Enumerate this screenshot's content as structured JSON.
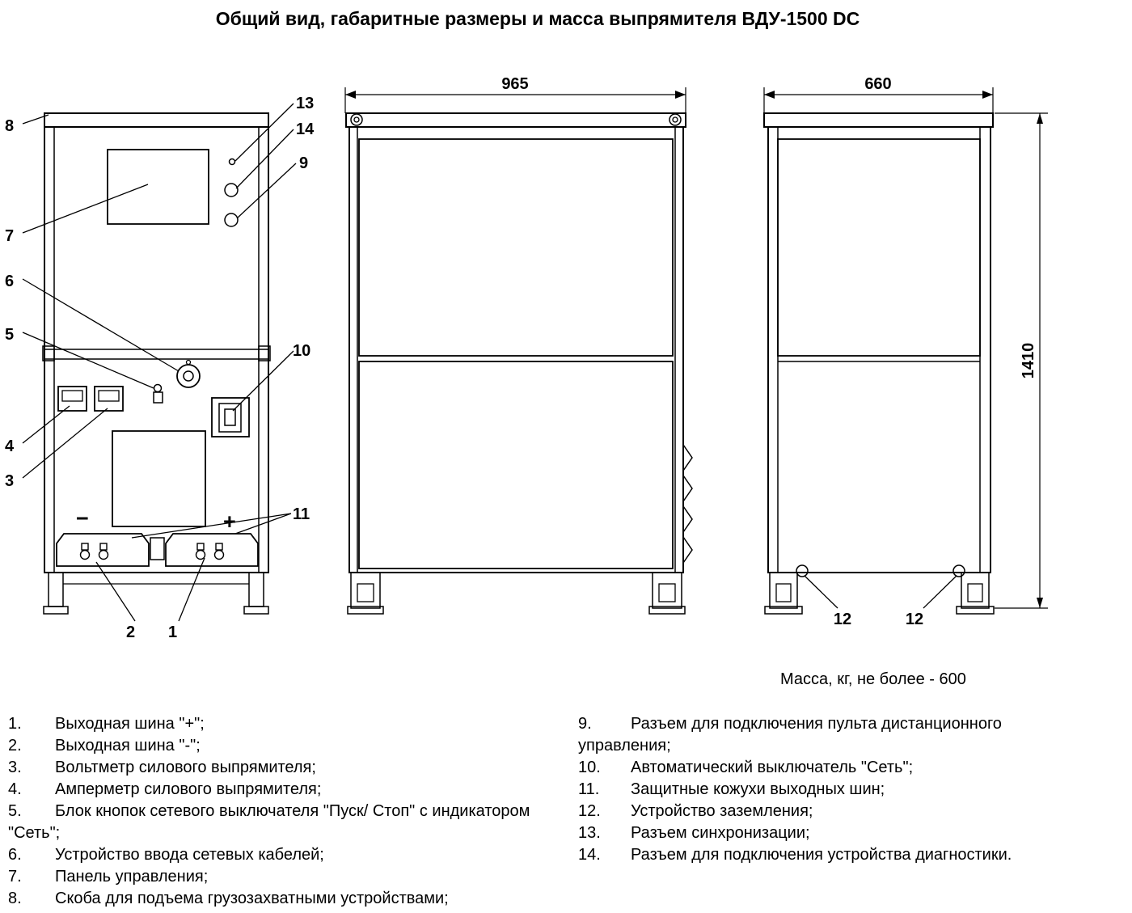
{
  "title": "Общий вид, габаритные размеры и масса выпрямителя ВДУ-1500 DC",
  "dimensions": {
    "front_width": "965",
    "side_depth": "660",
    "height": "1410"
  },
  "mass_note": "Масса, кг, не более - 600",
  "bus_labels": {
    "minus": "−",
    "plus": "+"
  },
  "callouts": {
    "c1": "1",
    "c2": "2",
    "c3": "3",
    "c4": "4",
    "c5": "5",
    "c6": "6",
    "c7": "7",
    "c8": "8",
    "c9": "9",
    "c10": "10",
    "c11": "11",
    "c12": "12",
    "c13": "13",
    "c14": "14"
  },
  "legend": {
    "left": [
      {
        "num": "1.",
        "text": "Выходная шина \"+\";"
      },
      {
        "num": "2.",
        "text": "Выходная шина \"-\";"
      },
      {
        "num": "3.",
        "text": "Вольтметр силового выпрямителя;"
      },
      {
        "num": "4.",
        "text": "Амперметр силового выпрямителя;"
      },
      {
        "num": "5.",
        "text": "Блок кнопок сетевого выключателя \"Пуск/ Стоп\" с индикатором \"Сеть\";"
      },
      {
        "num": "6.",
        "text": "Устройство ввода сетевых кабелей;"
      },
      {
        "num": "7.",
        "text": "Панель управления;"
      },
      {
        "num": "8.",
        "text": "Скоба для подъема грузозахватными устройствами;"
      }
    ],
    "right": [
      {
        "num": "9.",
        "text": "Разъем для подключения пульта дистанционного управления;"
      },
      {
        "num": "10.",
        "text": "Автоматический выключатель \"Сеть\";"
      },
      {
        "num": "11.",
        "text": "Защитные кожухи выходных шин;"
      },
      {
        "num": "12.",
        "text": "Устройство заземления;"
      },
      {
        "num": "13.",
        "text": "Разъем синхронизации;"
      },
      {
        "num": "14.",
        "text": "Разъем для подключения устройства диагностики."
      }
    ]
  }
}
